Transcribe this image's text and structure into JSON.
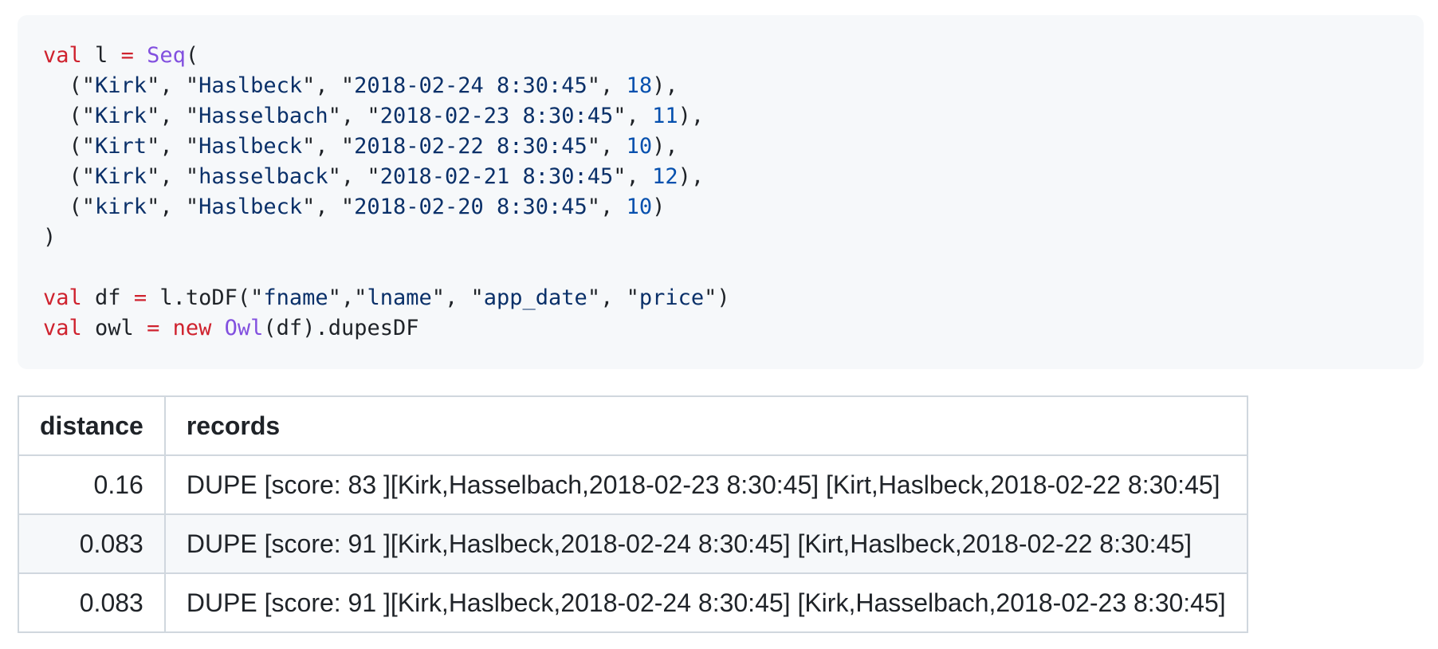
{
  "colors": {
    "page_background": "#ffffff",
    "code_background": "#f6f8fa",
    "code_text": "#1f2328",
    "code_keyword": "#cf222e",
    "code_entity": "#8250df",
    "code_string": "#0a3069",
    "code_number": "#0550ae",
    "table_border": "#d0d7de",
    "table_alt_row_background": "#f6f8fa",
    "table_text": "#1f2328"
  },
  "code_block": {
    "language": "scala",
    "lines": [
      [
        [
          "k",
          "val"
        ],
        [
          "p",
          " l "
        ],
        [
          "k",
          "="
        ],
        [
          "p",
          " "
        ],
        [
          "e",
          "Seq"
        ],
        [
          "p",
          "("
        ]
      ],
      [
        [
          "p",
          "  (\""
        ],
        [
          "s",
          "Kirk"
        ],
        [
          "p",
          "\", \""
        ],
        [
          "s",
          "Haslbeck"
        ],
        [
          "p",
          "\", \""
        ],
        [
          "s",
          "2018-02-24 8:30:45"
        ],
        [
          "p",
          "\", "
        ],
        [
          "n",
          "18"
        ],
        [
          "p",
          "),"
        ]
      ],
      [
        [
          "p",
          "  (\""
        ],
        [
          "s",
          "Kirk"
        ],
        [
          "p",
          "\", \""
        ],
        [
          "s",
          "Hasselbach"
        ],
        [
          "p",
          "\", \""
        ],
        [
          "s",
          "2018-02-23 8:30:45"
        ],
        [
          "p",
          "\", "
        ],
        [
          "n",
          "11"
        ],
        [
          "p",
          "),"
        ]
      ],
      [
        [
          "p",
          "  (\""
        ],
        [
          "s",
          "Kirt"
        ],
        [
          "p",
          "\", \""
        ],
        [
          "s",
          "Haslbeck"
        ],
        [
          "p",
          "\", \""
        ],
        [
          "s",
          "2018-02-22 8:30:45"
        ],
        [
          "p",
          "\", "
        ],
        [
          "n",
          "10"
        ],
        [
          "p",
          "),"
        ]
      ],
      [
        [
          "p",
          "  (\""
        ],
        [
          "s",
          "Kirk"
        ],
        [
          "p",
          "\", \""
        ],
        [
          "s",
          "hasselback"
        ],
        [
          "p",
          "\", \""
        ],
        [
          "s",
          "2018-02-21 8:30:45"
        ],
        [
          "p",
          "\", "
        ],
        [
          "n",
          "12"
        ],
        [
          "p",
          "),"
        ]
      ],
      [
        [
          "p",
          "  (\""
        ],
        [
          "s",
          "kirk"
        ],
        [
          "p",
          "\", \""
        ],
        [
          "s",
          "Haslbeck"
        ],
        [
          "p",
          "\", \""
        ],
        [
          "s",
          "2018-02-20 8:30:45"
        ],
        [
          "p",
          "\", "
        ],
        [
          "n",
          "10"
        ],
        [
          "p",
          ")"
        ]
      ],
      [
        [
          "p",
          ")"
        ]
      ],
      [],
      [
        [
          "k",
          "val"
        ],
        [
          "p",
          " df "
        ],
        [
          "k",
          "="
        ],
        [
          "p",
          " l.toDF(\""
        ],
        [
          "s",
          "fname"
        ],
        [
          "p",
          "\",\""
        ],
        [
          "s",
          "lname"
        ],
        [
          "p",
          "\", \""
        ],
        [
          "s",
          "app_date"
        ],
        [
          "p",
          "\", \""
        ],
        [
          "s",
          "price"
        ],
        [
          "p",
          "\")"
        ]
      ],
      [
        [
          "k",
          "val"
        ],
        [
          "p",
          " owl "
        ],
        [
          "k",
          "="
        ],
        [
          "p",
          " "
        ],
        [
          "k",
          "new"
        ],
        [
          "p",
          " "
        ],
        [
          "e",
          "Owl"
        ],
        [
          "p",
          "(df).dupesDF"
        ]
      ]
    ]
  },
  "table": {
    "columns": [
      {
        "label": "distance",
        "align": "right"
      },
      {
        "label": "records",
        "align": "left"
      }
    ],
    "rows": [
      {
        "distance": "0.16",
        "records": "DUPE [score: 83 ][Kirk,Hasselbach,2018-02-23 8:30:45] [Kirt,Haslbeck,2018-02-22 8:30:45]"
      },
      {
        "distance": "0.083",
        "records": "DUPE [score: 91 ][Kirk,Haslbeck,2018-02-24 8:30:45] [Kirt,Haslbeck,2018-02-22 8:30:45]"
      },
      {
        "distance": "0.083",
        "records": "DUPE [score: 91 ][Kirk,Haslbeck,2018-02-24 8:30:45] [Kirk,Hasselbach,2018-02-23 8:30:45]"
      }
    ]
  }
}
